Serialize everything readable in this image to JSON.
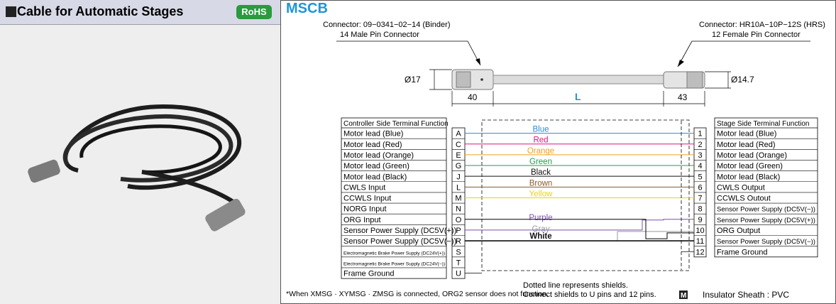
{
  "header": {
    "title": "Cable for Automatic Stages",
    "badge": "RoHS",
    "model": "MSCB"
  },
  "connectors": {
    "left": {
      "line1": "Connector: 09−0341−02−14 (Binder)",
      "line2": "14 Male Pin Connector"
    },
    "right": {
      "line1": "Connector: HR10A−10P−12S (HRS)",
      "line2": "12 Female Pin Connector"
    }
  },
  "dimensions": {
    "left_dia": "Ø17",
    "right_dia": "Ø14.7",
    "left_len": "40",
    "mid_len": "L",
    "right_len": "43"
  },
  "table_left": {
    "header": "Controller Side Terminal Function",
    "rows": [
      {
        "label": "Motor lead (Blue)",
        "pin": "A"
      },
      {
        "label": "Motor lead (Red)",
        "pin": "C"
      },
      {
        "label": "Motor lead (Orange)",
        "pin": "E"
      },
      {
        "label": "Motor lead (Green)",
        "pin": "G"
      },
      {
        "label": "Motor lead (Black)",
        "pin": "J"
      },
      {
        "label": "CWLS Input",
        "pin": "L"
      },
      {
        "label": "CCWLS Input",
        "pin": "M"
      },
      {
        "label": "NORG Input",
        "pin": "N"
      },
      {
        "label": "ORG Input",
        "pin": "O"
      },
      {
        "label": "Sensor Power Supply (DC5V(+))",
        "pin": "P"
      },
      {
        "label": "Sensor Power Supply (DC5V(−))",
        "pin": "R"
      },
      {
        "label": "Electromagnetic Brake Power Supply (DC24V(+))",
        "pin": "S"
      },
      {
        "label": "Electromagnetic Brake Power Supply (DC24V(−))",
        "pin": "T"
      },
      {
        "label": "Frame Ground",
        "pin": "U"
      }
    ]
  },
  "table_right": {
    "header": "Stage Side Terminal Function",
    "rows": [
      {
        "pin": "1",
        "label": "Motor lead (Blue)"
      },
      {
        "pin": "2",
        "label": "Motor lead (Red)"
      },
      {
        "pin": "3",
        "label": "Motor lead (Orange)"
      },
      {
        "pin": "4",
        "label": "Motor lead (Green)"
      },
      {
        "pin": "5",
        "label": "Motor lead (Black)"
      },
      {
        "pin": "6",
        "label": "CWLS Output"
      },
      {
        "pin": "7",
        "label": "CCWLS Outout"
      },
      {
        "pin": "8",
        "label": "Sensor Power Supply (DC5V(−))"
      },
      {
        "pin": "9",
        "label": "Sensor Power Supply (DC5V(+))"
      },
      {
        "pin": "10",
        "label": "ORG Output"
      },
      {
        "pin": "11",
        "label": "Sensor Power Supply (DC5V(−))"
      },
      {
        "pin": "12",
        "label": "Frame Ground"
      }
    ]
  },
  "wires": [
    {
      "name": "Blue",
      "color": "#2b8ad6"
    },
    {
      "name": "Red",
      "color": "#e0147f"
    },
    {
      "name": "Orange",
      "color": "#f0a020"
    },
    {
      "name": "Green",
      "color": "#1aa048"
    },
    {
      "name": "Black",
      "color": "#111111"
    },
    {
      "name": "Brown",
      "color": "#8a5a2a"
    },
    {
      "name": "Yellow",
      "color": "#e8d21a"
    },
    {
      "name": "Purple",
      "color": "#7a4fb0"
    },
    {
      "name": "Gray",
      "color": "#999999"
    },
    {
      "name": "White",
      "color": "#111111"
    }
  ],
  "notes": {
    "footnote": "*When XMSG · XYMSG · ZMSG is connected, ORG2 sensor does not function.",
    "shield1": "Dotted line represents shields.",
    "shield2": "Connect shields to U pins and 12 pins.",
    "material_icon": "M",
    "material": "Insulator Sheath : PVC"
  }
}
